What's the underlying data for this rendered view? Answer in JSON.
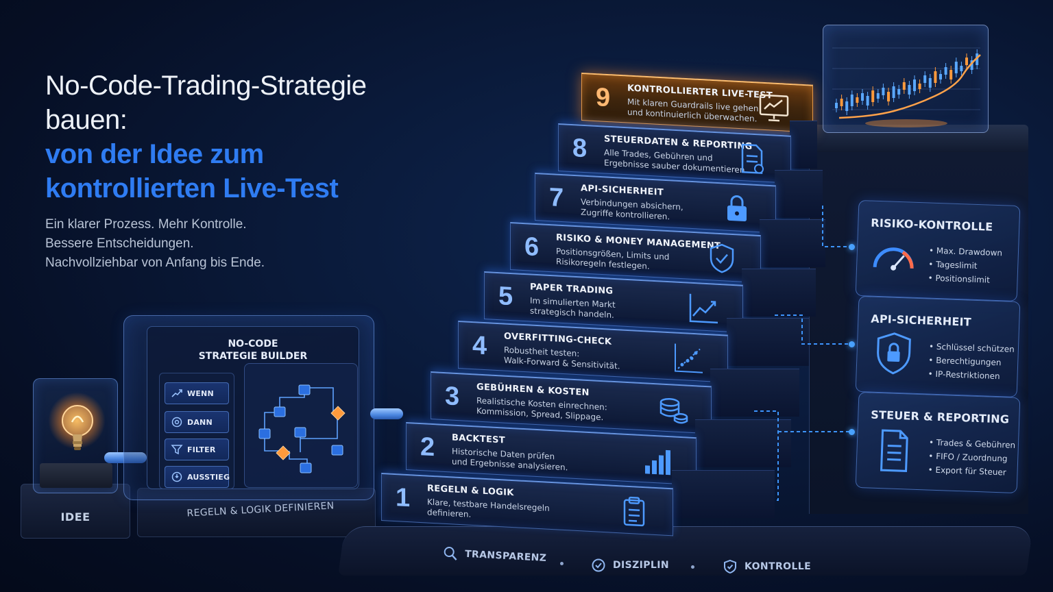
{
  "headline": {
    "line1": "No-Code-Trading-Strategie",
    "line2": "bauen:",
    "line3": "von der Idee zum",
    "line4": "kontrollierten Live-Test"
  },
  "subtext": {
    "line1": "Ein klarer Prozess. Mehr Kontrolle.",
    "line2": "Bessere Entscheidungen.",
    "line3": "Nachvollziehbar von Anfang bis Ende."
  },
  "idea": {
    "label": "IDEE",
    "icon": "lightbulb-icon"
  },
  "builder": {
    "title_line1": "NO-CODE",
    "title_line2": "STRATEGIE BUILDER",
    "base_label": "REGELN & LOGIK DEFINIEREN",
    "items": [
      {
        "label": "WENN",
        "icon": "trend-line-icon"
      },
      {
        "label": "DANN",
        "icon": "target-icon"
      },
      {
        "label": "FILTER",
        "icon": "funnel-icon"
      },
      {
        "label": "AUSSTIEG",
        "icon": "exit-icon"
      }
    ]
  },
  "steps": [
    {
      "num": "1",
      "title": "REGELN & LOGIK",
      "desc1": "Klare, testbare Handelsregeln",
      "desc2": "definieren.",
      "desc3": "",
      "icon": "clipboard-icon"
    },
    {
      "num": "2",
      "title": "BACKTEST",
      "desc1": "Historische Daten prüfen",
      "desc2": "und Ergebnisse analysieren.",
      "desc3": "",
      "icon": "bar-chart-icon"
    },
    {
      "num": "3",
      "title": "GEBÜHREN & KOSTEN",
      "desc1": "Realistische Kosten einrechnen:",
      "desc2": "Kommission, Spread, Slippage.",
      "desc3": "",
      "icon": "coins-icon"
    },
    {
      "num": "4",
      "title": "OVERFITTING-CHECK",
      "desc1": "Robustheit testen:",
      "desc2": "Walk-Forward & Sensitivität.",
      "desc3": "",
      "icon": "scatter-icon"
    },
    {
      "num": "5",
      "title": "PAPER TRADING",
      "desc1": "Im simulierten Markt",
      "desc2": "strategisch handeln.",
      "desc3": "",
      "icon": "line-chart-icon"
    },
    {
      "num": "6",
      "title": "RISIKO & MONEY MANAGEMENT",
      "desc1": "Positionsgrößen, Limits und",
      "desc2": "Risikoregeln festlegen.",
      "desc3": "",
      "icon": "shield-check-icon"
    },
    {
      "num": "7",
      "title": "API-SICHERHEIT",
      "desc1": "Verbindungen absichern,",
      "desc2": "Zugriffe kontrollieren.",
      "desc3": "",
      "icon": "lock-icon"
    },
    {
      "num": "8",
      "title": "STEUERDATEN & REPORTING",
      "desc1": "Alle Trades, Gebühren und",
      "desc2": "Ergebnisse sauber dokumentieren.",
      "desc3": "",
      "icon": "document-icon"
    },
    {
      "num": "9",
      "title": "KONTROLLIERTER LIVE-TEST",
      "desc1": "Mit klaren Guardrails live gehen",
      "desc2": "und kontinuierlich überwachen.",
      "desc3": "",
      "icon": "monitor-chart-icon"
    }
  ],
  "cards": [
    {
      "title": "RISIKO-KONTROLLE",
      "icon": "gauge-icon",
      "items": [
        "Max. Drawdown",
        "Tageslimit",
        "Positionslimit"
      ]
    },
    {
      "title": "API-SICHERHEIT",
      "icon": "shield-lock-icon",
      "items": [
        "Schlüssel schützen",
        "Berechtigungen",
        "IP-Restriktionen"
      ]
    },
    {
      "title": "STEUER & REPORTING",
      "icon": "report-icon",
      "items": [
        "Trades & Gebühren",
        "FIFO / Zuordnung",
        "Export für Steuer"
      ]
    }
  ],
  "bottom": [
    {
      "label": "TRANSPARENZ",
      "icon": "magnifier-icon"
    },
    {
      "label": "DISZIPLIN",
      "icon": "check-circle-icon"
    },
    {
      "label": "KONTROLLE",
      "icon": "shield-icon"
    }
  ],
  "colors": {
    "accent_blue": "#2f7cf2",
    "accent_orange": "#ff9a3c",
    "background": "#0a1a3a"
  }
}
